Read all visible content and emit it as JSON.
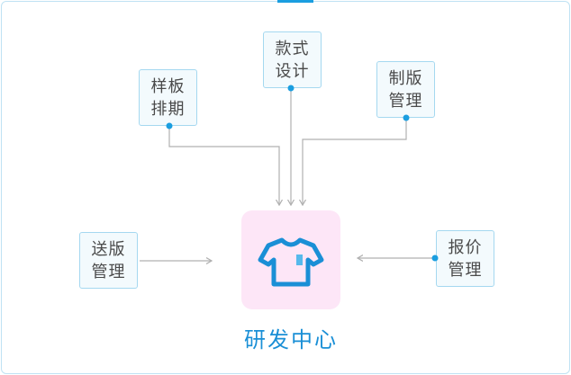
{
  "title": "研发中心",
  "center_icon": "t-shirt-icon",
  "nodes": {
    "yangban": {
      "line1": "样板",
      "line2": "排期"
    },
    "kuanshi": {
      "line1": "款式",
      "line2": "设计"
    },
    "zhiban": {
      "line1": "制版",
      "line2": "管理"
    },
    "songban": {
      "line1": "送版",
      "line2": "管理"
    },
    "baojia": {
      "line1": "报价",
      "line2": "管理"
    }
  },
  "colors": {
    "accent": "#1a9ee0",
    "accent_text": "#1a8fd6",
    "frame_border": "#bfe2f3",
    "box_fill": "#f3fafd",
    "box_border": "#a5d8f0",
    "icon_bg": "#fde6f7",
    "icon_stroke": "#1a8fd6",
    "icon_patch": "#56b9ec",
    "connector": "#b0b0b0",
    "text": "#4a4a4a"
  }
}
